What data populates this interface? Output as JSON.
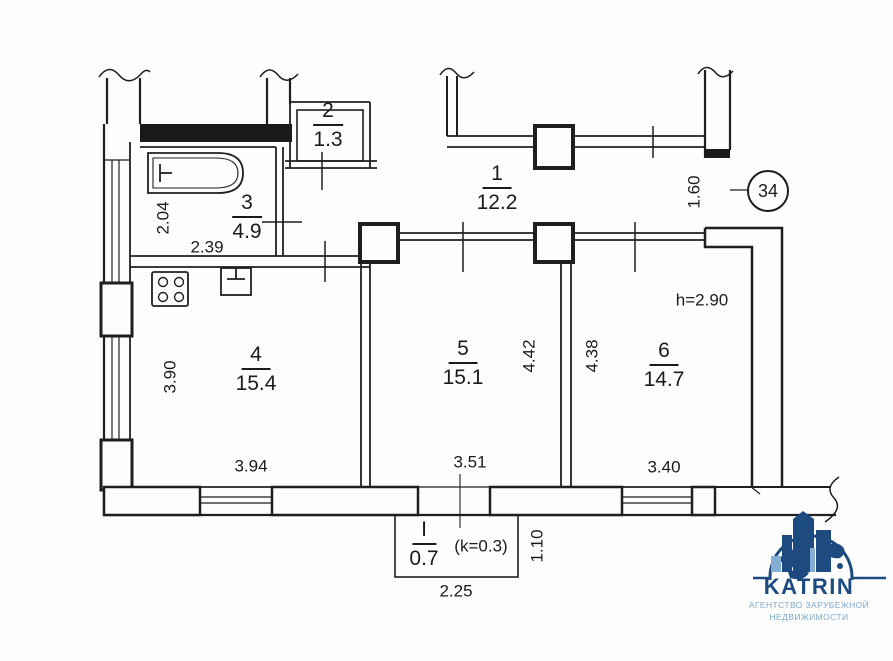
{
  "annotations": {
    "unit_number": "34",
    "ceiling_height": "h=2.90",
    "balcony_coefficient": "(k=0.3)"
  },
  "rooms": [
    {
      "number": "1",
      "area": "12.2"
    },
    {
      "number": "2",
      "area": "1.3"
    },
    {
      "number": "3",
      "area": "4.9"
    },
    {
      "number": "4",
      "area": "15.4"
    },
    {
      "number": "5",
      "area": "15.1"
    },
    {
      "number": "6",
      "area": "14.7"
    },
    {
      "number": "I",
      "area": "0.7"
    }
  ],
  "dimensions": {
    "bathroom_depth": "2.04",
    "bathroom_width": "2.39",
    "kitchen_depth": "3.90",
    "kitchen_width": "3.94",
    "room5_width": "3.51",
    "room5_depth": "4.42",
    "room6_depth": "4.38",
    "room6_width": "3.40",
    "entry_opening": "1.60",
    "balcony_width": "2.25",
    "balcony_depth": "1.10"
  },
  "logo": {
    "brand": "KATRIN",
    "tagline1": "АГЕНТСТВО ЗАРУБЕЖНОЙ",
    "tagline2": "НЕДВИЖИМОСТИ"
  },
  "colors": {
    "line": "#1f1f1f",
    "logo_dark": "#1d4b7f",
    "logo_light": "#85aed2"
  }
}
